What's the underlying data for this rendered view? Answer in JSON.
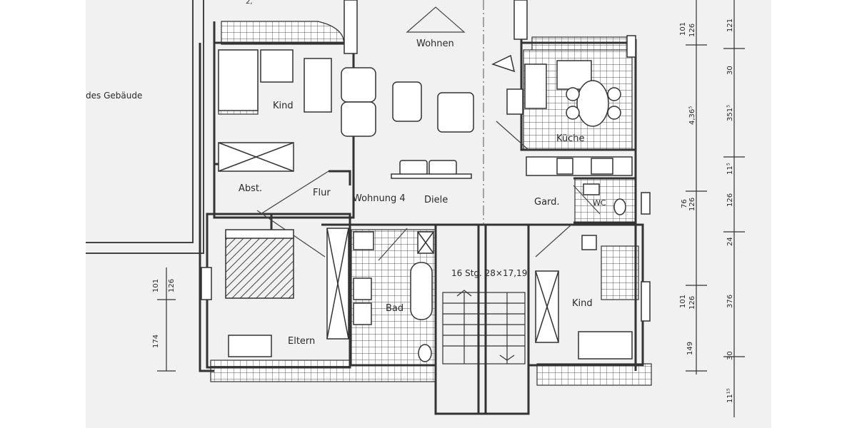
{
  "rooms": {
    "wohnen": "Wohnen",
    "kind_left": "Kind",
    "kueche": "Küche",
    "abst": "Abst.",
    "flur": "Flur",
    "wohnung": "Wohnung 4",
    "diele": "Diele",
    "gard": "Gard.",
    "wc": "WC",
    "stairs": "16 Stg. 28×17,19",
    "bad": "Bad",
    "kind_right": "Kind",
    "eltern": "Eltern"
  },
  "side_note": "des Gebäude",
  "dimensions": {
    "top_cut": "2,",
    "right_a": [
      "101",
      "126",
      "4,36⁵",
      "76",
      "126",
      "101",
      "126",
      "149"
    ],
    "right_b": [
      "121",
      "30",
      "351⁵",
      "11⁵",
      "126",
      "24",
      "376",
      "30",
      "11¹⁵"
    ],
    "left": [
      "101",
      "126",
      "174"
    ]
  },
  "colors": {
    "paper": "#f1f1f1",
    "ink": "#3a3a3a",
    "tile": "#555555"
  }
}
